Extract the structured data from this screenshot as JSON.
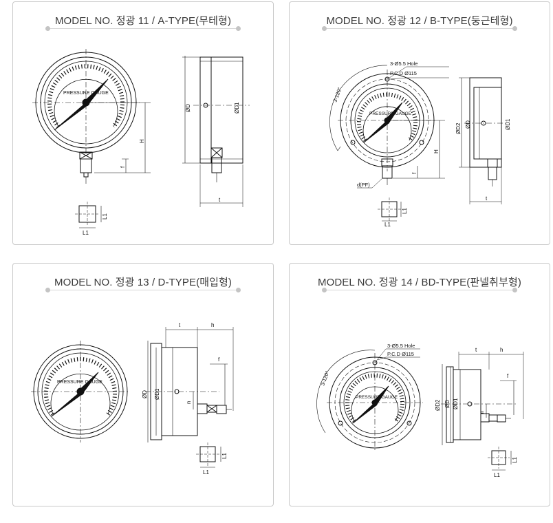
{
  "cards": [
    {
      "title": "MODEL NO. 정광 11 / A-TYPE(무테형)",
      "dial_label": "PRESSURE GAUGE",
      "dims": {
        "dia": "ØD",
        "dia1": "ØD1",
        "height": "H",
        "fitting": "f",
        "thickness": "t",
        "l1": "L1"
      }
    },
    {
      "title": "MODEL NO. 정광 12 / B-TYPE(둥근테형)",
      "dial_label": "PRESSURE GAUGE",
      "hole_note": "3-Ø5.5 Hole",
      "pcd_note": "P.C.D Ø115",
      "angle_note": "3-120°",
      "pf_note": "d(PF)",
      "dims": {
        "dia": "ØD",
        "dia1": "ØD1",
        "dia2": "ØD2",
        "height": "H",
        "fitting": "f",
        "thickness": "t",
        "l1": "L1"
      }
    },
    {
      "title": "MODEL NO. 정광 13 / D-TYPE(매입형)",
      "dial_label": "PRESSURE GAUGE",
      "dims": {
        "dia": "ØD",
        "dia1": "ØD1",
        "n": "n",
        "fitting": "f",
        "thickness": "t",
        "h": "h",
        "l1": "L1"
      }
    },
    {
      "title": "MODEL NO. 정광 14 / BD-TYPE(판넬취부형)",
      "dial_label": "PRESSURE GAUGE",
      "hole_note": "3-Ø5.5 Hole",
      "pcd_note": "P.C.D Ø115",
      "angle_note": "3-120°",
      "dims": {
        "dia": "ØD",
        "dia1": "ØD1",
        "dia2": "ØD2",
        "n": "n",
        "fitting": "f",
        "thickness": "t",
        "h": "h",
        "l1": "L1"
      }
    }
  ],
  "colors": {
    "line": "#111111",
    "border": "#c9c9c9",
    "title": "#3a3a3a"
  }
}
